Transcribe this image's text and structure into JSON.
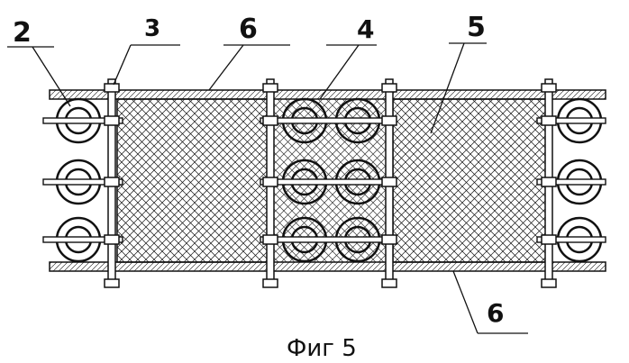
{
  "figure": {
    "caption": "Фиг 5",
    "labels": {
      "l2": "2",
      "l3": "3",
      "l6_top": "6",
      "l4": "4",
      "l5": "5",
      "l6_bottom": "6"
    }
  },
  "colors": {
    "ink": "#111111",
    "background": "#ffffff"
  }
}
